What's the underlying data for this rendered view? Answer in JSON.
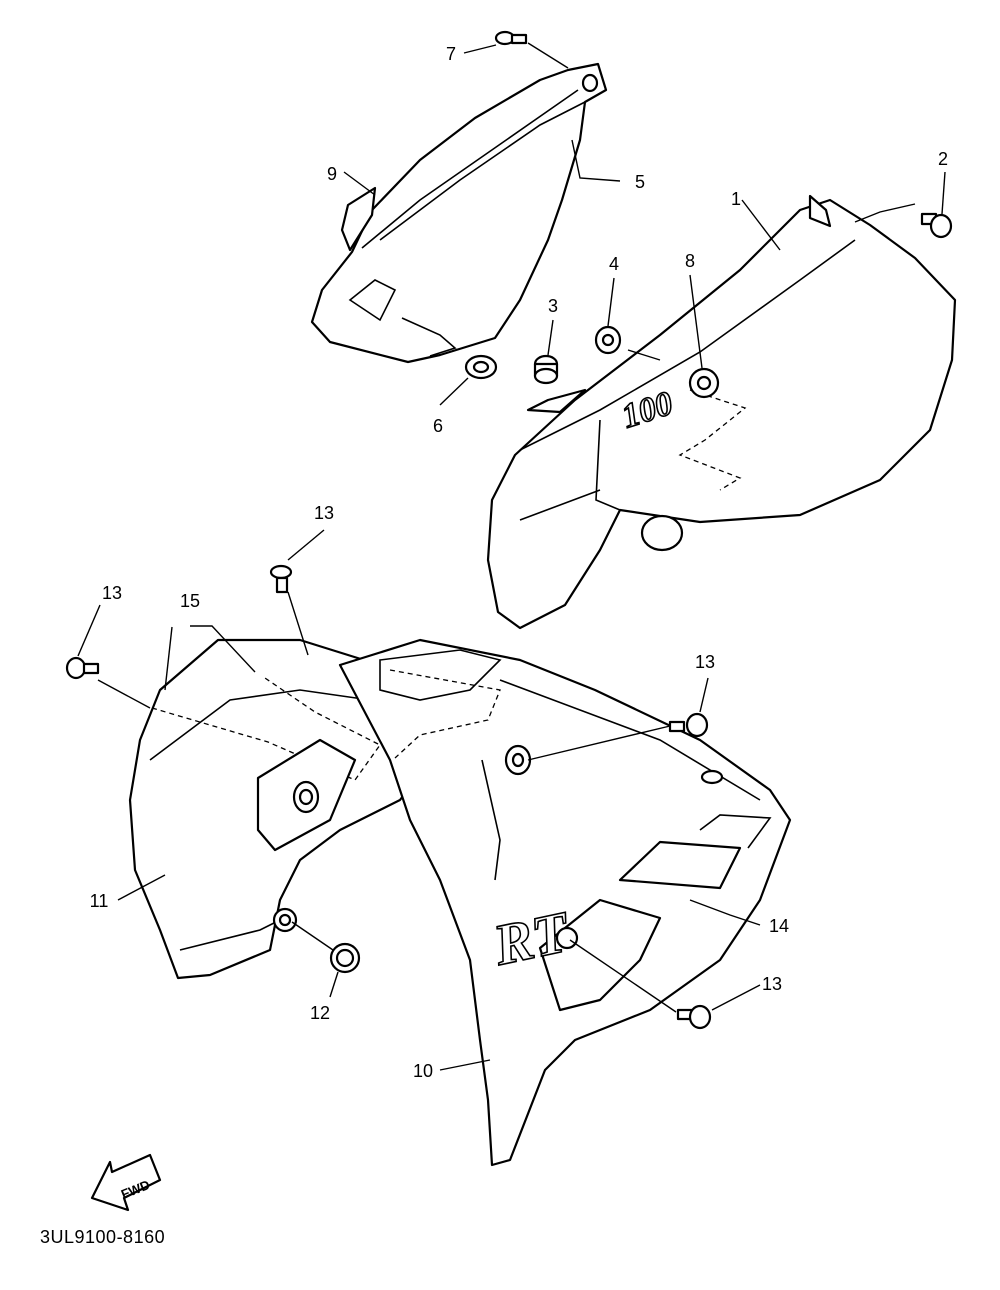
{
  "diagram": {
    "callouts": {
      "c1": "1",
      "c2": "2",
      "c3": "3",
      "c4": "4",
      "c5": "5",
      "c6": "6",
      "c7": "7",
      "c8": "8",
      "c9": "9",
      "c10": "10",
      "c11": "11",
      "c12": "12",
      "c13a": "13",
      "c13b": "13",
      "c13c": "13",
      "c13d": "13",
      "c14": "14",
      "c15": "15"
    },
    "fwd_label": "FWD",
    "part_code": "3UL9100-8160",
    "decals": {
      "panel_logo": "100",
      "fairing_logo": "RT"
    },
    "line_color": "#000000",
    "background_color": "#ffffff"
  }
}
